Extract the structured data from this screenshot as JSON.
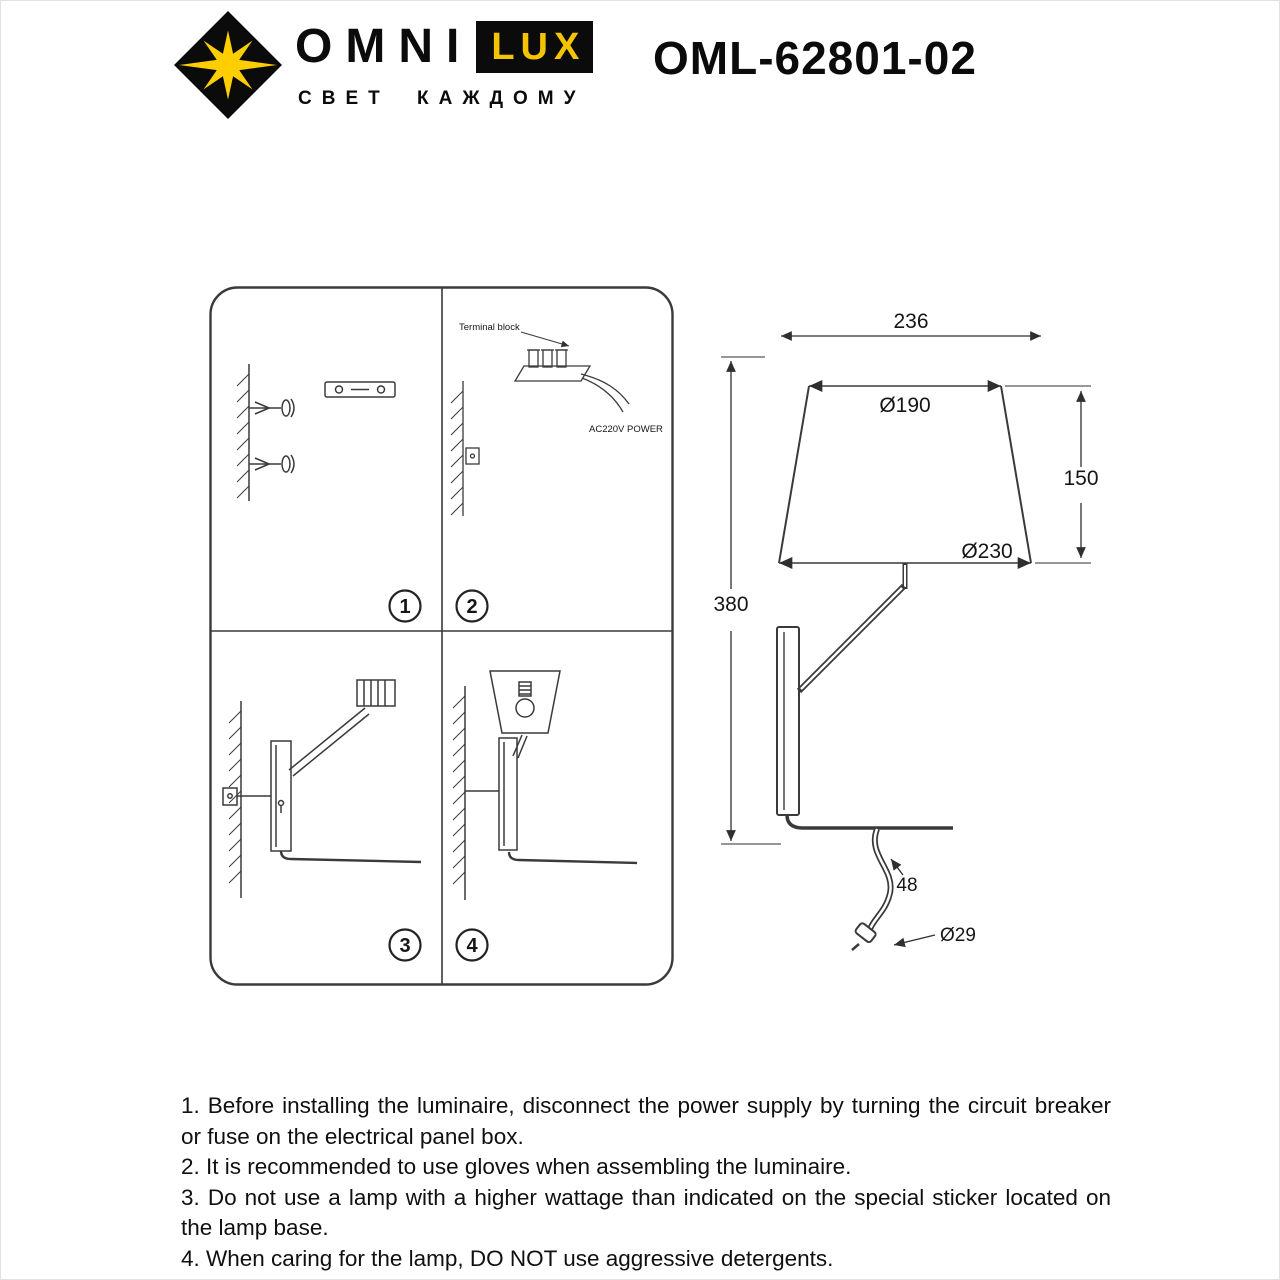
{
  "header": {
    "brand_omni": "OMNI",
    "brand_lux": "LUX",
    "brand_tagline": "СВЕТ КАЖДОМУ",
    "model": "OML-62801-02"
  },
  "colors": {
    "brand_yellow": "#F5C400",
    "ink": "#0b0b0b",
    "drawing_line": "#3a3a3a"
  },
  "steps_panel": {
    "step_numbers": [
      "1",
      "2",
      "3",
      "4"
    ],
    "labels": {
      "terminal_block": "Terminal block",
      "power": "AC220V POWER"
    }
  },
  "dimension_drawing": {
    "width_overall": "236",
    "shade_top_diameter": "Ø190",
    "shade_height": "150",
    "shade_bottom_diameter": "Ø230",
    "overall_height": "380",
    "gooseneck_length": "48",
    "gooseneck_diameter": "Ø29"
  },
  "instructions": [
    "1. Before installing the luminaire, disconnect the power supply by turning the circuit breaker or fuse on the electrical panel box.",
    "2. It is recommended to use gloves when assembling the luminaire.",
    "3. Do not use a lamp with a higher wattage than indicated on the special sticker located on the lamp base.",
    "4. When caring for the lamp, DO NOT use aggressive detergents."
  ]
}
